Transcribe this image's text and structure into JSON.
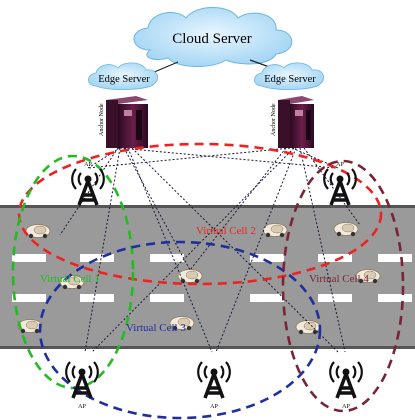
{
  "cloud": {
    "label": "Cloud Server"
  },
  "edge_servers": [
    {
      "label": "Edge Server",
      "node_label": "Anchor Node"
    },
    {
      "label": "Edge Server",
      "node_label": "Anchor Node"
    }
  ],
  "aps": [
    {
      "label": "AP"
    },
    {
      "label": "AP"
    },
    {
      "label": "AP"
    },
    {
      "label": "AP"
    },
    {
      "label": "AP"
    }
  ],
  "cells": [
    {
      "label": "Virtual Cell 1",
      "color": "#22bb22"
    },
    {
      "label": "Virtual Cell 2",
      "color": "#ee2222"
    },
    {
      "label": "Virtual Cell 3",
      "color": "#1f2fa0"
    },
    {
      "label": "Virtual Cell 4",
      "color": "#7a2438"
    }
  ],
  "colors": {
    "cloud": "#b8e0f8",
    "road": "#9a9a9a",
    "lane": "#ffffff",
    "server": "#3a0f2a",
    "tower": "#111111"
  }
}
